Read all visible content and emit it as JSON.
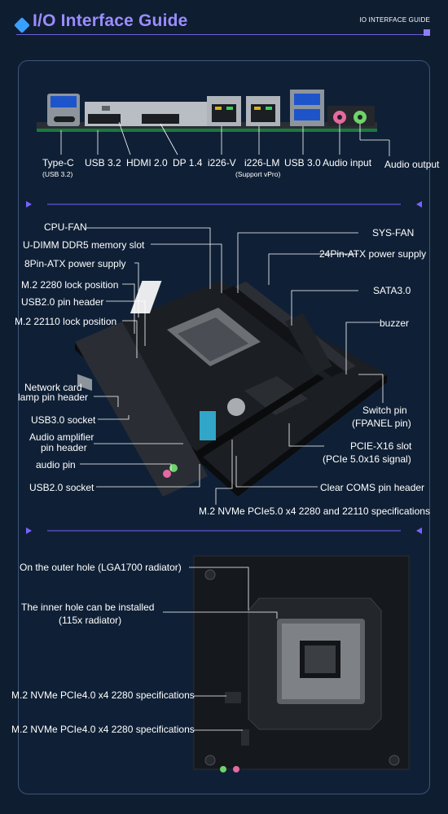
{
  "header": {
    "title": "I/O Interface Guide",
    "right_label": "IO INTERFACE GUIDE"
  },
  "io_ports": {
    "labels": [
      {
        "name": "Type-C",
        "sub": "(USB 3.2)"
      },
      {
        "name": "USB 3.2",
        "sub": ""
      },
      {
        "name": "HDMI 2.0",
        "sub": ""
      },
      {
        "name": "DP 1.4",
        "sub": ""
      },
      {
        "name": "i226-V",
        "sub": ""
      },
      {
        "name": "i226-LM",
        "sub": "(Support vPro)"
      },
      {
        "name": "USB 3.0",
        "sub": ""
      },
      {
        "name": "Audio input",
        "sub": ""
      },
      {
        "name": "Audio output",
        "sub": ""
      }
    ]
  },
  "board_top": {
    "left_labels": [
      "CPU-FAN",
      "U-DIMM DDR5 memory slot",
      "8Pin-ATX power supply",
      "M.2 2280 lock position",
      "USB2.0 pin header",
      "M.2 22110 lock position",
      "Network card",
      "lamp pin header",
      "USB3.0 socket",
      "Audio amplifier",
      "pin header",
      "audio pin",
      "USB2.0 socket"
    ],
    "right_labels": [
      "SYS-FAN",
      "24Pin-ATX power supply",
      "SATA3.0",
      "buzzer",
      "Switch pin",
      "(FPANEL pin)",
      "PCIE-X16 slot",
      "(PCIe 5.0x16 signal)",
      "Clear COMS pin header"
    ],
    "bottom_label": "M.2 NVMe PCIe5.0 x4 2280 and 22110 specifications"
  },
  "board_bottom": {
    "labels": [
      "On the outer hole (LGA1700 radiator)",
      "The inner hole can be installed",
      "(115x radiator)",
      "M.2 NVMe PCIe4.0 x4 2280 specifications",
      "M.2 NVMe PCIe4.0 x4 2280 specifications"
    ]
  },
  "colors": {
    "background": "#0e1d30",
    "accent": "#7a62ff",
    "title": "#9b8cff",
    "leader": "#ffffff",
    "board": "#15181d"
  }
}
